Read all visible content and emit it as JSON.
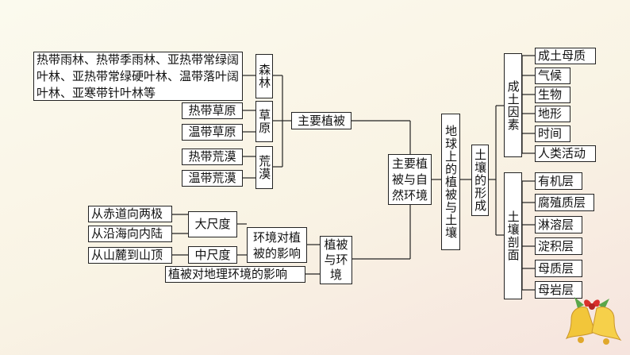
{
  "root": "地球上的植被与土壤",
  "vegetation": {
    "label": "主要植被与自然环境",
    "main_types": {
      "label": "主要植被",
      "forest": {
        "label": "森林",
        "examples": "热带雨林、热带季雨林、亚热带常绿阔叶林、亚热带常绿硬叶林、温带落叶阔叶林、亚寒带针叶林等"
      },
      "grassland": {
        "label": "草原",
        "items": [
          "热带草原",
          "温带草原"
        ]
      },
      "desert": {
        "label": "荒漠",
        "items": [
          "热带荒漠",
          "温带荒漠"
        ]
      }
    },
    "environment": {
      "label": "植被与环境",
      "influence": {
        "label": "环境对植被的影响",
        "large_scale": {
          "label": "大尺度",
          "items": [
            "从赤道向两极",
            "从沿海向内陆"
          ]
        },
        "medium_scale": {
          "label": "中尺度",
          "items": [
            "从山麓到山顶"
          ]
        }
      },
      "effect": "植被对地理环境的影响"
    }
  },
  "soil": {
    "label": "土壤的形成",
    "factors": {
      "label": "成土因素",
      "items": [
        "成土母质",
        "气候",
        "生物",
        "地形",
        "时间",
        "人类活动"
      ]
    },
    "profile": {
      "label": "土壤剖面",
      "items": [
        "有机层",
        "腐殖质层",
        "淋溶层",
        "淀积层",
        "母质层",
        "母岩层"
      ]
    }
  },
  "colors": {
    "line": "#222222",
    "box": "#ffffff",
    "bell": "#f2c63a",
    "bow": "#d9302b",
    "leaf": "#5aa64a"
  }
}
